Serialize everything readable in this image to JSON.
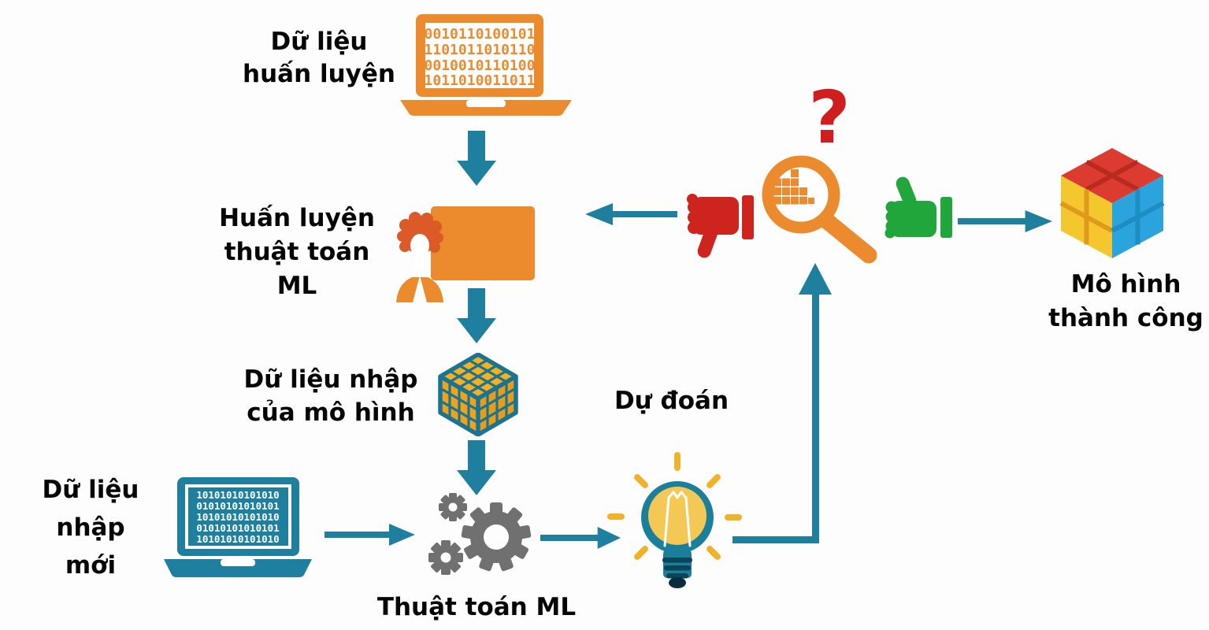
{
  "figure": {
    "type": "machine-learning-workflow-diagram",
    "background": "#fdfdfd"
  },
  "colors": {
    "orange": "#EC8A2E",
    "teal_arrow": "#1E7F9F",
    "teal_dark": "#0D4558",
    "red": "#CE241E",
    "green": "#21A63C",
    "gear_gray": "#707070",
    "amber_tile": "#F2A71B",
    "bulb_yellow": "#F4C854",
    "ray_yellow": "#F0B22B",
    "cube_top_red": "#DC3B30",
    "cube_left_yellow": "#F4C72F",
    "cube_right_blue": "#2BA4DE",
    "text": "#060606"
  },
  "nodes": {
    "training_data": {
      "label": "Dữ liệu huấn luyện",
      "lines": [
        "Dữ liệu",
        "huấn luyện"
      ],
      "screen_rows": [
        "0010110100101",
        "1101011010110",
        "0010010110100",
        "1011010011011"
      ]
    },
    "train_algorithm": {
      "label": "Huấn luyện thuật toán ML",
      "lines": [
        "Huấn luyện",
        "thuật toán",
        "ML"
      ]
    },
    "model_input": {
      "label": "Dữ liệu nhập của mô hình",
      "lines": [
        "Dữ liệu nhập",
        "của mô hình"
      ]
    },
    "new_input": {
      "label": "Dữ liệu nhập mới",
      "lines": [
        "Dữ liệu",
        "nhập",
        "mới"
      ],
      "screen_rows": [
        "10101010101010",
        "01010101010101",
        "10101010101010",
        "01010101010101",
        "10101010101010"
      ]
    },
    "ml_algorithm": {
      "label": "Thuật toán ML"
    },
    "prediction": {
      "label": "Dự đoán"
    },
    "evaluation": {
      "symbol": "?"
    },
    "successful_model": {
      "label": "Mô hình thành công",
      "lines": [
        "Mô hình",
        "thành công"
      ]
    }
  },
  "flow": [
    {
      "from": "training_data",
      "to": "train_algorithm"
    },
    {
      "from": "train_algorithm",
      "to": "model_input"
    },
    {
      "from": "model_input",
      "to": "ml_algorithm"
    },
    {
      "from": "new_input",
      "to": "ml_algorithm"
    },
    {
      "from": "ml_algorithm",
      "to": "prediction"
    },
    {
      "from": "prediction",
      "to": "evaluation"
    },
    {
      "from": "evaluation",
      "to": "train_algorithm",
      "via": "thumbs-down"
    },
    {
      "from": "evaluation",
      "to": "successful_model",
      "via": "thumbs-up"
    }
  ]
}
